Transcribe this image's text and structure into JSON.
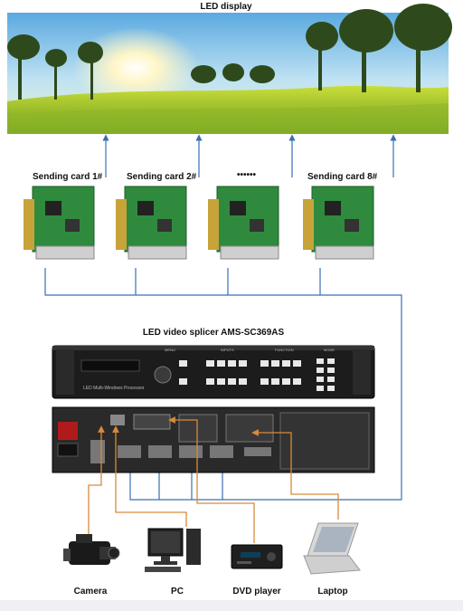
{
  "display": {
    "title": "LED display"
  },
  "sending_cards": [
    {
      "label": "Sending card 1#"
    },
    {
      "label": "Sending card 2#"
    },
    {
      "label": "••••••"
    },
    {
      "label": "Sending card 8#"
    }
  ],
  "splicer": {
    "title": "LED video splicer AMS-SC369AS",
    "front_panel_text": "LED Multi-Windows Processor",
    "panel_sections": [
      "MENU",
      "INPUTS",
      "FUNCTION",
      "MODE"
    ]
  },
  "sources": [
    {
      "label": "Camera"
    },
    {
      "label": "PC"
    },
    {
      "label": "DVD player"
    },
    {
      "label": "Laptop"
    }
  ],
  "colors": {
    "data_line": "#3a6fb5",
    "source_line": "#d98a3a"
  }
}
